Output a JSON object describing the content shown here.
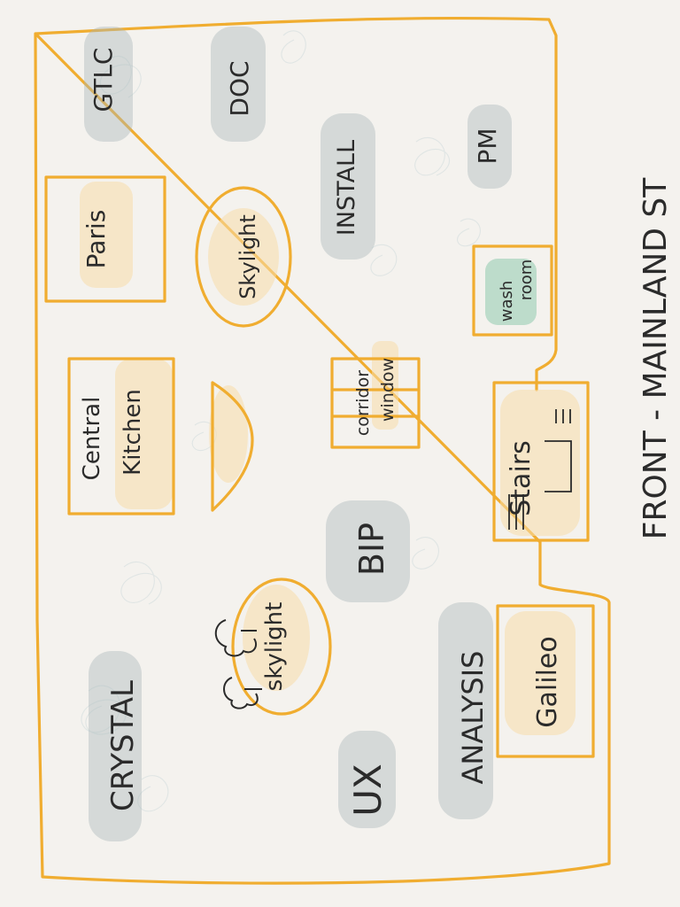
{
  "colors": {
    "paper": "#f4f2ee",
    "wall": "#f0ad30",
    "room_highlight": "#f7dcaa",
    "team_wash": "#a9b8ba",
    "washroom_wash": "#9fd0b8",
    "ink": "#2b2b2b"
  },
  "rooms": {
    "paris": "Paris",
    "central_kitchen_line1": "Central",
    "central_kitchen_line2": "Kitchen",
    "skylight_top": "Skylight",
    "corridor_window_line1": "corridor",
    "corridor_window_line2": "window",
    "washroom_line1": "wash",
    "washroom_line2": "room",
    "stairs": "Stairs",
    "skylight_bottom": "skylight",
    "galileo": "Galileo"
  },
  "teams": {
    "gtlc": "GTLC",
    "doc": "DOC",
    "install": "INSTALL",
    "pm": "PM",
    "bip": "BIP",
    "crystal": "CRYSTAL",
    "ux": "UX",
    "analysis": "ANALYSIS"
  },
  "frontage": "FRONT - MAINLAND ST"
}
